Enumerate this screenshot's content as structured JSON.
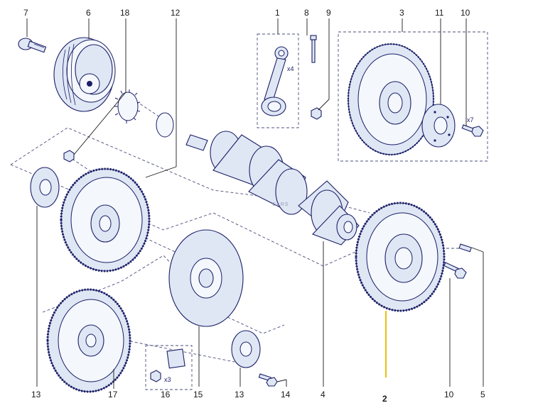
{
  "diagram": {
    "callouts": [
      {
        "id": "c7",
        "label": "7"
      },
      {
        "id": "c6",
        "label": "6"
      },
      {
        "id": "c18",
        "label": "18"
      },
      {
        "id": "c12",
        "label": "12"
      },
      {
        "id": "c1",
        "label": "1"
      },
      {
        "id": "c8",
        "label": "8"
      },
      {
        "id": "c9",
        "label": "9"
      },
      {
        "id": "c3",
        "label": "3"
      },
      {
        "id": "c11",
        "label": "11"
      },
      {
        "id": "c10a",
        "label": "10"
      },
      {
        "id": "c13a",
        "label": "13"
      },
      {
        "id": "c17",
        "label": "17"
      },
      {
        "id": "c16",
        "label": "16"
      },
      {
        "id": "c15",
        "label": "15"
      },
      {
        "id": "c13b",
        "label": "13"
      },
      {
        "id": "c14",
        "label": "14"
      },
      {
        "id": "c4",
        "label": "4"
      },
      {
        "id": "c2",
        "label": "2"
      },
      {
        "id": "c10b",
        "label": "10"
      },
      {
        "id": "c5",
        "label": "5"
      }
    ],
    "qty_labels": {
      "rod": "x4",
      "bolts": "x7",
      "kit": "x3"
    },
    "watermark": "CARS",
    "highlight_color": "#e8c21a",
    "line_color": "#1b1f66"
  }
}
